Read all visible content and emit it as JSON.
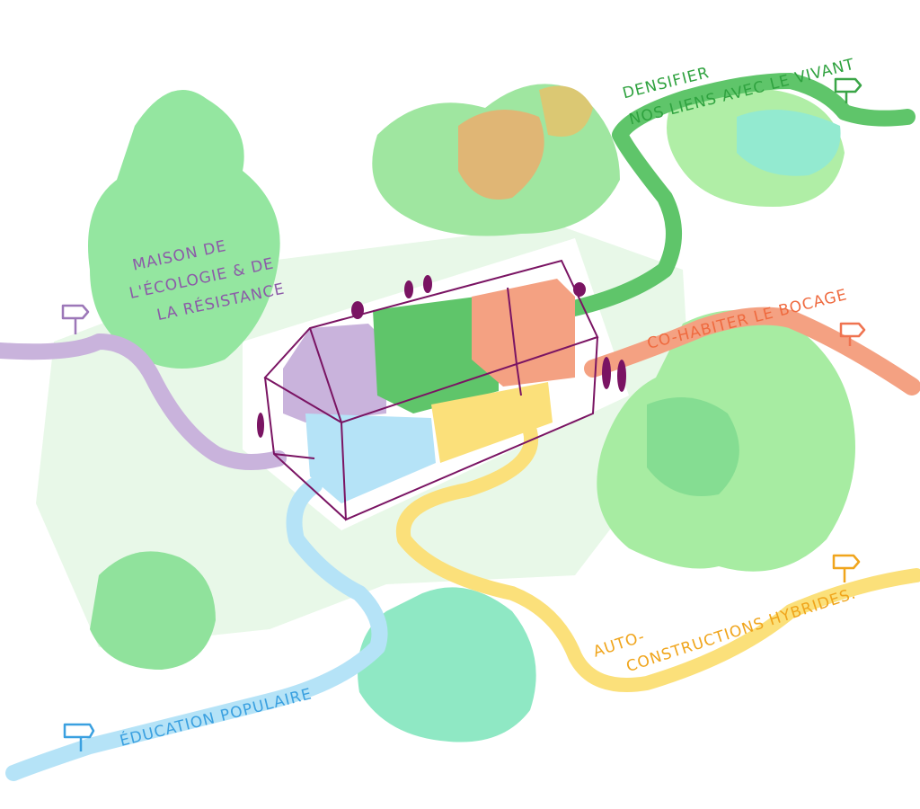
{
  "labels": {
    "maison": [
      "MAISON DE",
      "L'ÉCOLOGIE & DE",
      "LA RÉSISTANCE"
    ],
    "densifier": [
      "DENSIFIER",
      "NOS LIENS AVEC LE VIVANT"
    ],
    "cohabiter": "CO-HABITER LE BOCAGE",
    "auto": [
      "AUTO-",
      "CONSTRUCTIONS HYBRIDES."
    ],
    "education": "ÉDUCATION POPULAIRE"
  },
  "colors": {
    "purple": "#c9b3dc",
    "green_path": "#5fc56a",
    "orange": "#f4a182",
    "yellow": "#fbe07a",
    "blue": "#b5e3f7",
    "tree_light": "#9ee8a4",
    "tree_mid": "#7fdc8e",
    "pond": "#8fe8c4",
    "ink": "#7a1463",
    "ground": "#e8f8e8"
  }
}
